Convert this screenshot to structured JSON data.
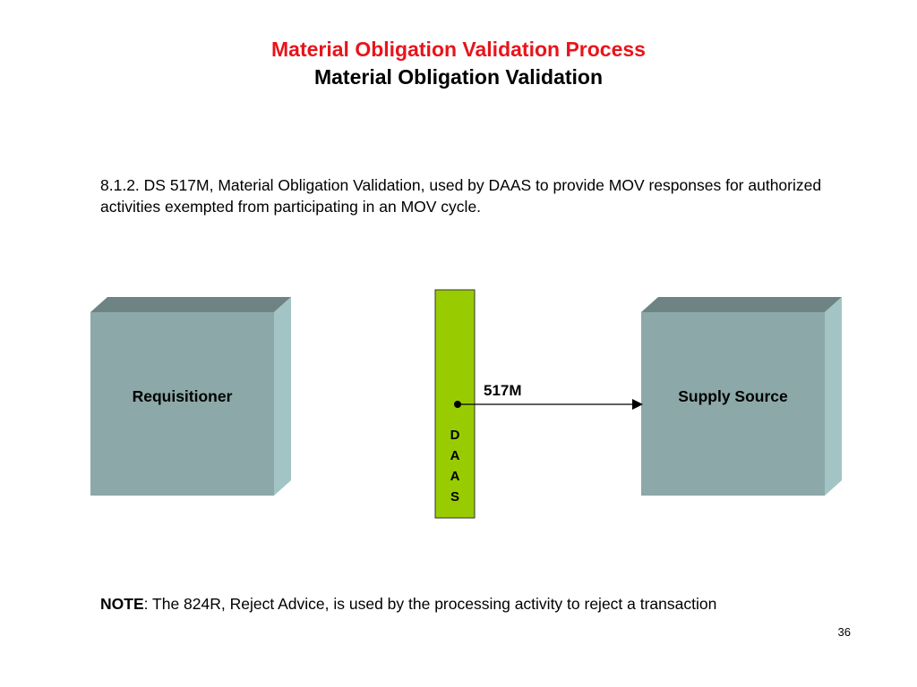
{
  "header": {
    "title": "Material Obligation Validation Process",
    "subtitle": "Material Obligation Validation"
  },
  "description": "8.1.2. DS 517M, Material Obligation Validation, used by DAAS to provide MOV responses for authorized activities exempted from participating in an MOV cycle.",
  "diagram": {
    "left_box_label": "Requisitioner",
    "right_box_label": "Supply Source",
    "center_bar_letters": [
      "D",
      "A",
      "A",
      "S"
    ],
    "edge_label": "517M",
    "colors": {
      "box_front": "#8ca8a8",
      "box_top": "#6e8484",
      "box_side": "#a3c4c4",
      "daas_bar": "#99cc00"
    }
  },
  "note": {
    "label": "NOTE",
    "text": ": The 824R, Reject Advice, is used by the processing activity to reject a transaction"
  },
  "page_number": "36"
}
